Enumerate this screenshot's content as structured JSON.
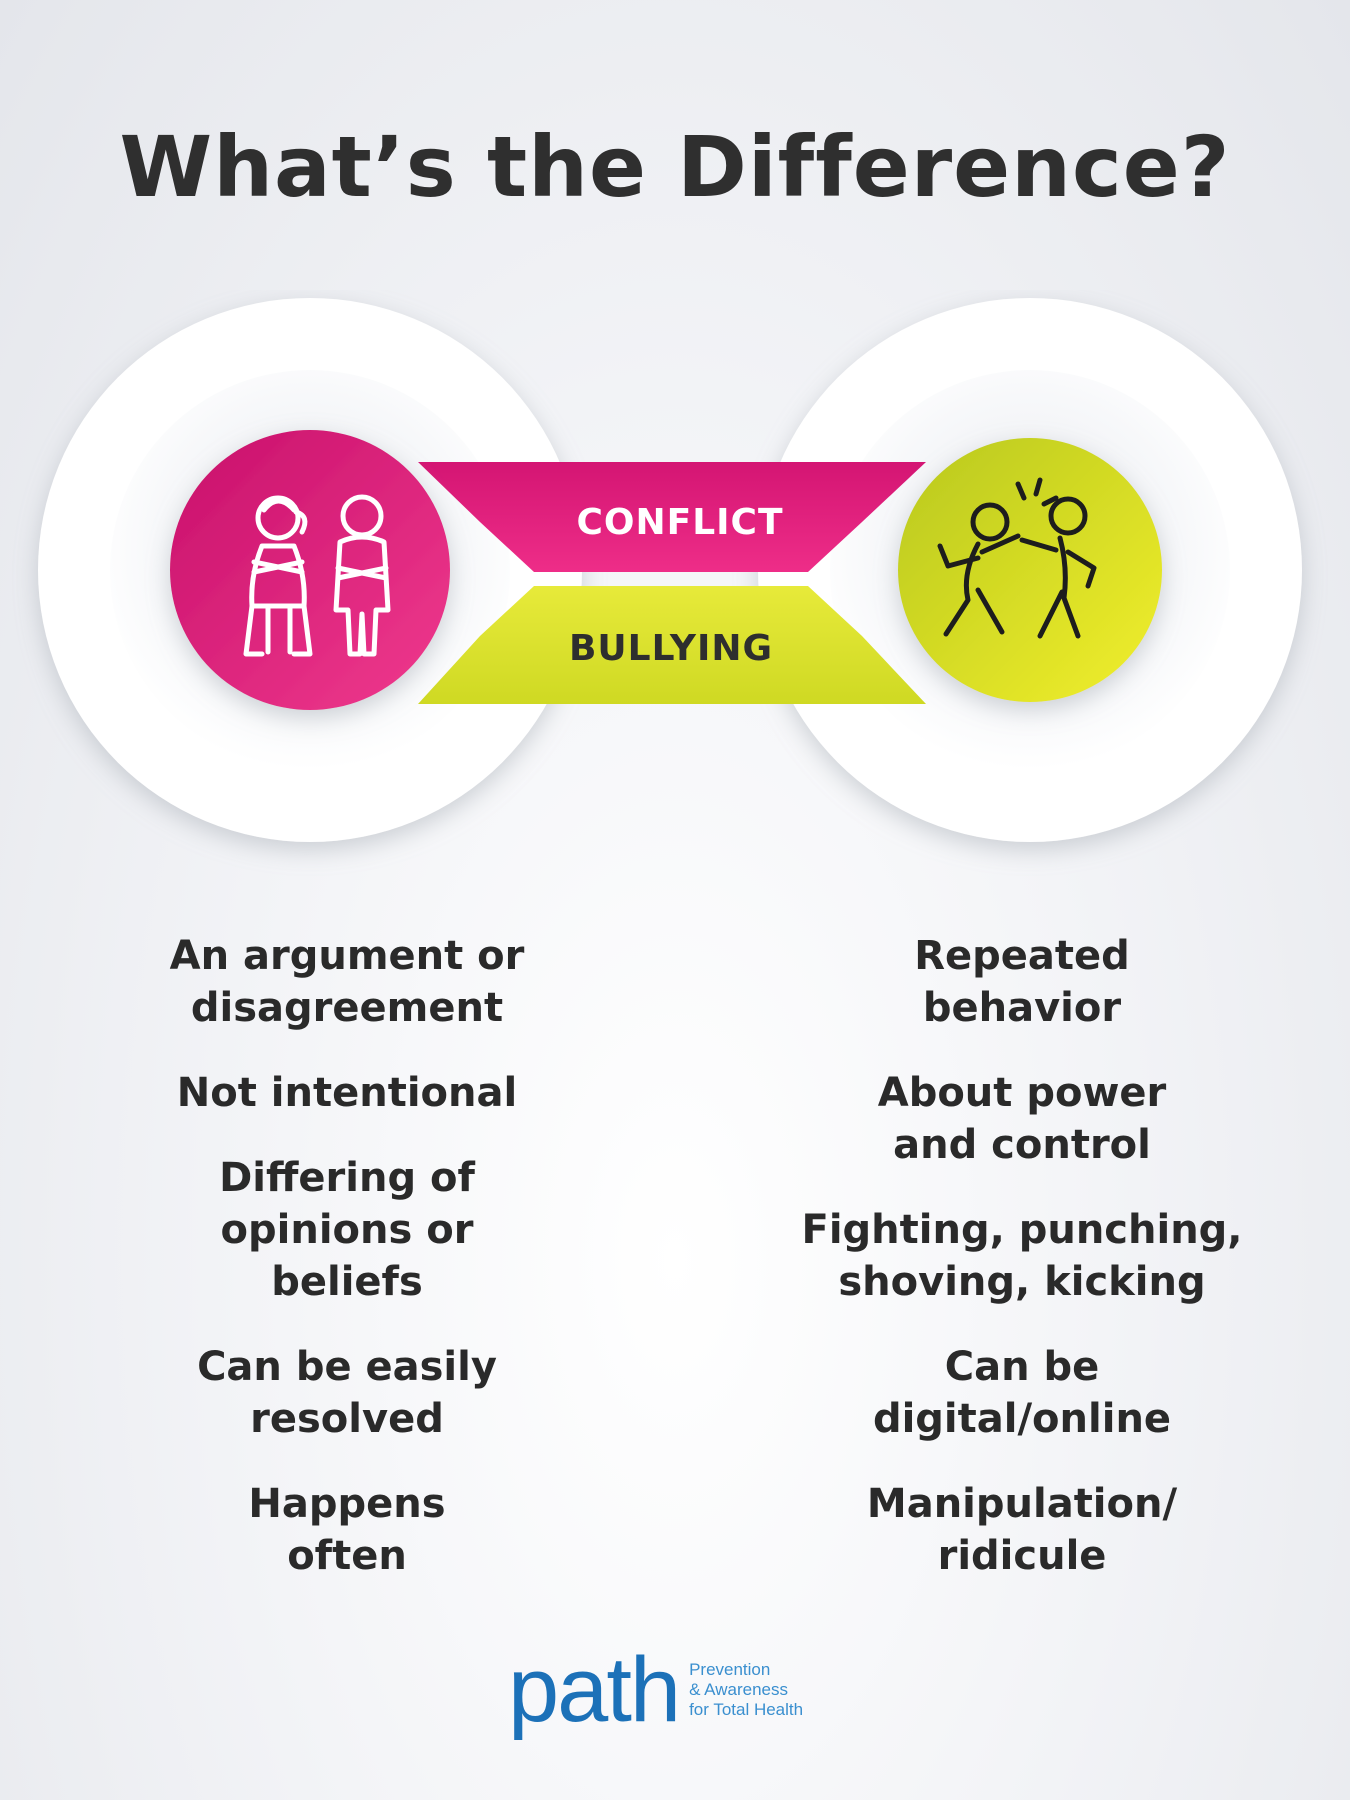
{
  "title": "What’s the Difference?",
  "diagram": {
    "conflict_label": "CONFLICT",
    "bullying_label": "BULLYING",
    "conflict_color": "#e01f7e",
    "bullying_color": "#d7e12a",
    "left_icon": "arguing-couple-icon",
    "right_icon": "fighting-people-icon"
  },
  "conflict_items": [
    "An argument or disagreement",
    "Not intentional",
    "Differing of opinions or beliefs",
    "Can be easily resolved",
    "Happens often"
  ],
  "bullying_items": [
    "Repeated behavior",
    "About power and control",
    "Fighting, punching, shoving, kicking",
    "Can be digital/online",
    "Manipulation/ ridicule"
  ],
  "logo": {
    "word": "path",
    "tagline_lines": [
      "Prevention",
      "& Awareness",
      "for Total Health"
    ],
    "color": "#1c71b8"
  }
}
